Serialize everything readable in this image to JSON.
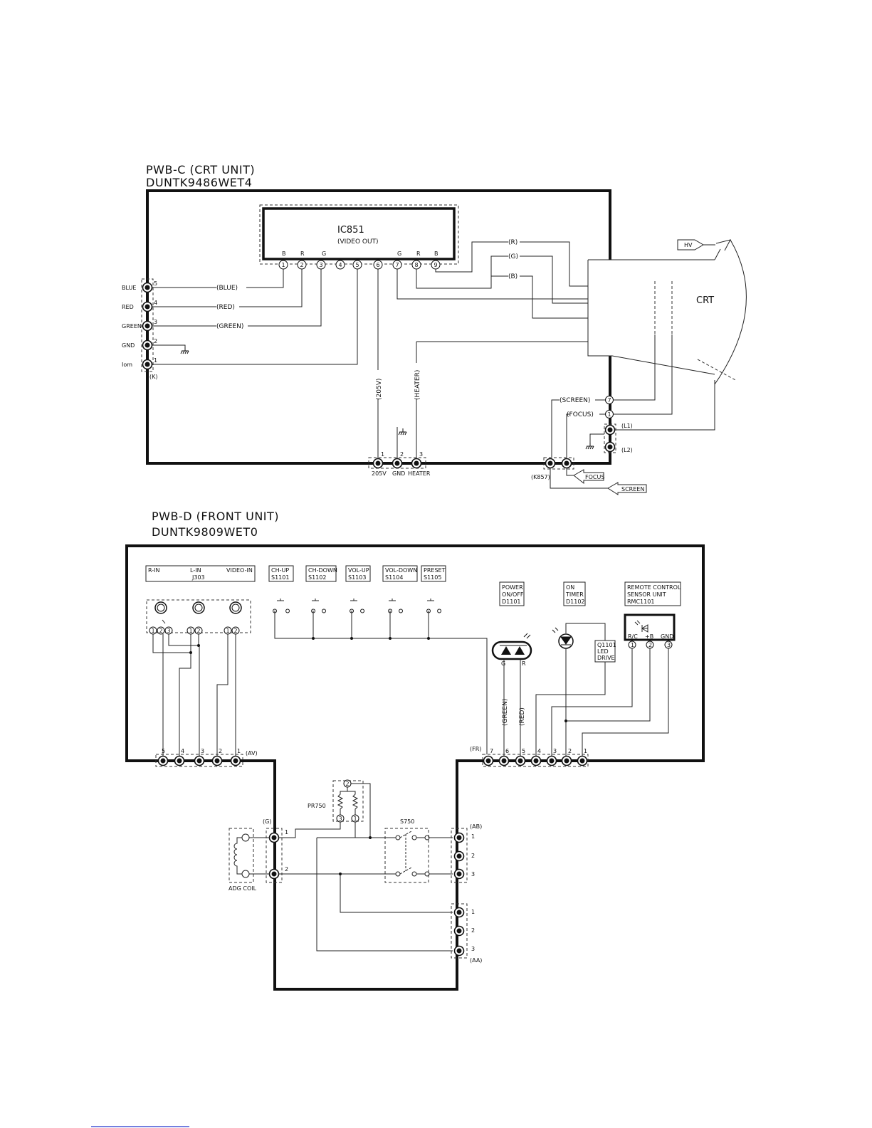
{
  "pwb_c": {
    "title": "PWB-C (CRT UNIT)",
    "part_no": "DUNTK9486WET4",
    "ic": {
      "name": "IC851",
      "desc": "(VIDEO OUT)",
      "top_labels": [
        "B",
        "R",
        "G",
        "G",
        "R",
        "B"
      ],
      "pins": [
        "1",
        "2",
        "3",
        "4",
        "5",
        "6",
        "7",
        "8",
        "9"
      ]
    },
    "k_connector": {
      "label": "(K)",
      "pins": [
        {
          "num": "5",
          "name": "BLUE"
        },
        {
          "num": "4",
          "name": "RED"
        },
        {
          "num": "3",
          "name": "GREEN"
        },
        {
          "num": "2",
          "name": "GND"
        },
        {
          "num": "1",
          "name": "Iom"
        }
      ]
    },
    "wire_labels": {
      "blue": "(BLUE)",
      "red": "(RED)",
      "green": "(GREEN)",
      "v205": "(205V)",
      "heater": "(HEATER)",
      "r": "(R)",
      "g": "(G)",
      "b": "(B)",
      "screen": "(SCREEN)",
      "focus": "(FOCUS)"
    },
    "crt": "CRT",
    "hv": "HV",
    "bottom_conn": {
      "pins": [
        "1",
        "2",
        "3"
      ],
      "names": [
        "205V",
        "GND",
        "HEATER"
      ]
    },
    "k857": "(K857)",
    "focus_arrow": "FOCUS",
    "screen_arrow": "SCREEN",
    "l1": "(L1)",
    "l2": "(L2)",
    "pin7": "7",
    "pin1": "1"
  },
  "pwb_d": {
    "title": "PWB-D (FRONT UNIT)",
    "part_no": "DUNTK9809WET0",
    "jack_box": {
      "r": "R-IN",
      "l": "L-IN",
      "v": "VIDEO-IN",
      "ref": "J303"
    },
    "switches": [
      {
        "name": "CH-UP",
        "ref": "S1101"
      },
      {
        "name": "CH-DOWN",
        "ref": "S1102"
      },
      {
        "name": "VOL-UP",
        "ref": "S1103"
      },
      {
        "name": "VOL-DOWN",
        "ref": "S1104"
      },
      {
        "name": "PRESET",
        "ref": "S1105"
      }
    ],
    "power_box": [
      "POWER",
      "ON/OFF",
      "D1101"
    ],
    "timer_box": [
      "ON",
      "TIMER",
      "D1102"
    ],
    "remote_box": [
      "REMOTE CONTROL",
      "SENSOR UNIT",
      "RMC1101"
    ],
    "remote_pins": [
      "R/C",
      "+B",
      "GND"
    ],
    "led_drive": [
      "Q1101",
      "LED",
      "DRIVE"
    ],
    "led_gr": [
      "G",
      "R"
    ],
    "green_wire": "(GREEN)",
    "red_wire": "(RED)",
    "av": {
      "label": "(AV)",
      "pins": [
        "5",
        "4",
        "3",
        "2",
        "1"
      ]
    },
    "fr": {
      "label": "(FR)",
      "pins": [
        "7",
        "6",
        "5",
        "4",
        "3",
        "2",
        "1"
      ]
    },
    "g_conn": {
      "label": "(G)",
      "pins": [
        "1",
        "2"
      ]
    },
    "ab": {
      "label": "(AB)",
      "pins": [
        "1",
        "2",
        "3"
      ]
    },
    "aa": {
      "label": "(AA)",
      "pins": [
        "1",
        "2",
        "3"
      ]
    },
    "pr750": "PR750",
    "s750": "S750",
    "adg": "ADG COIL",
    "jack_pins": [
      "1",
      "2",
      "3",
      "1",
      "2",
      "1",
      "2"
    ],
    "pr_pins": [
      "2",
      "3",
      "1"
    ]
  }
}
